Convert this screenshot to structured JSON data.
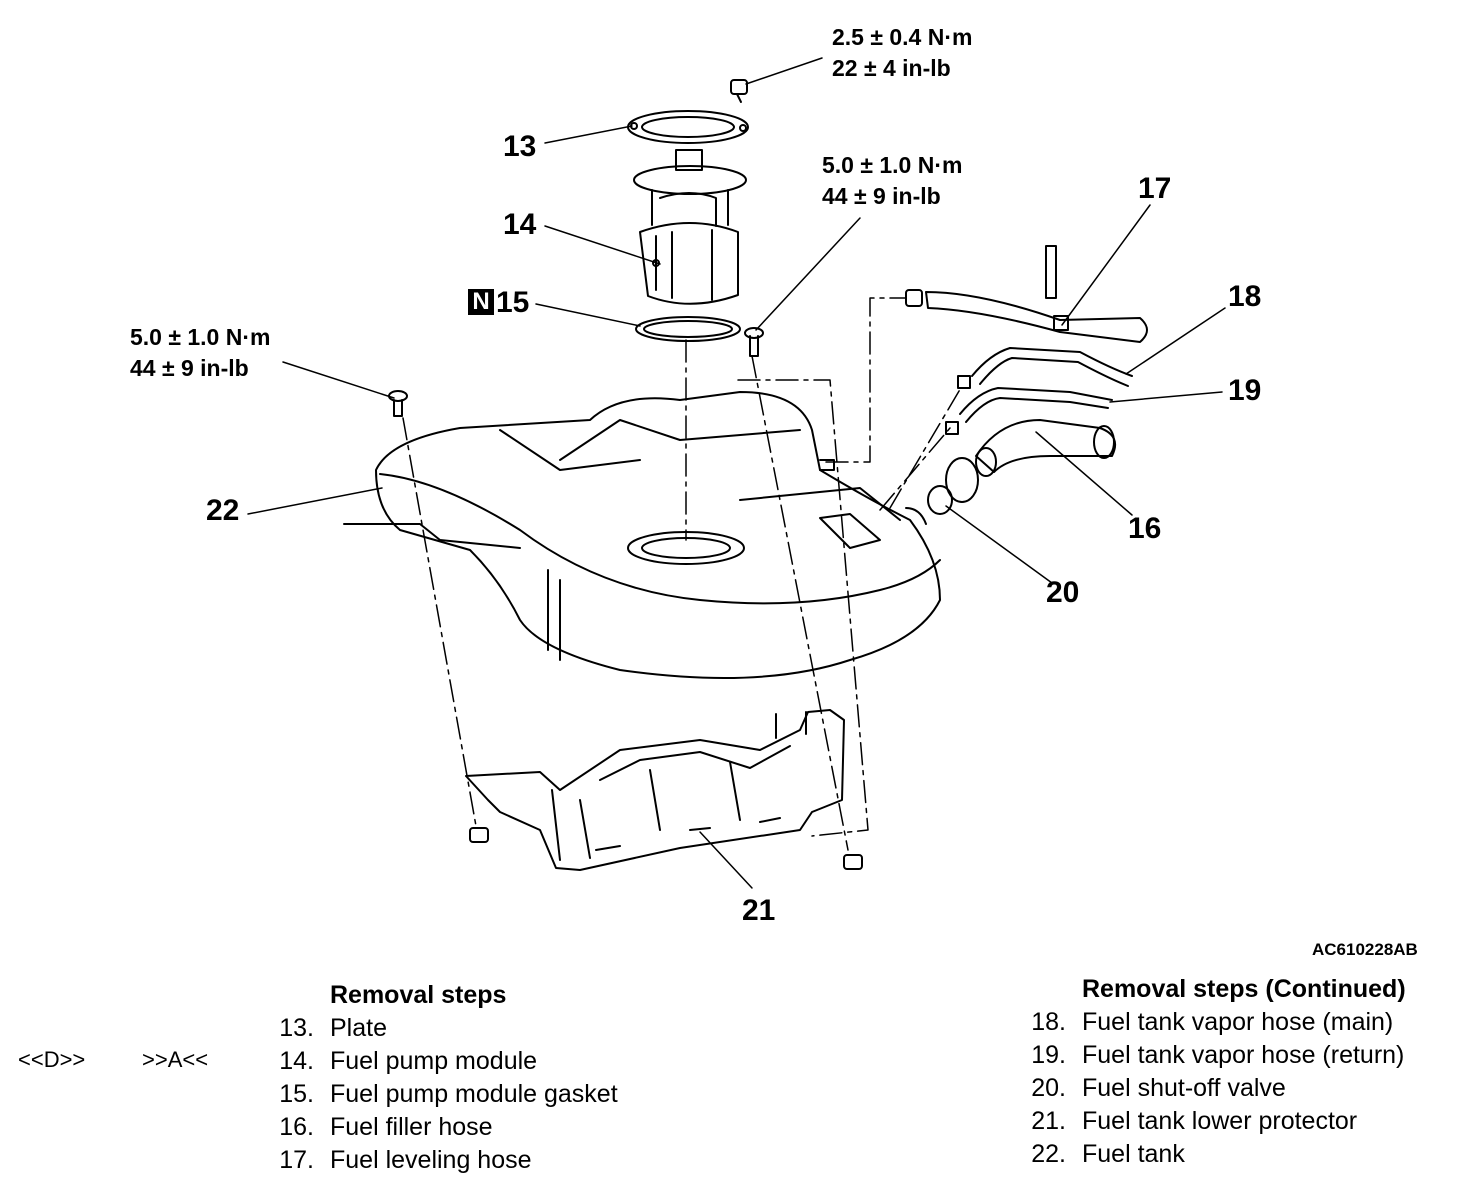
{
  "torque_specs": {
    "plate_screw": {
      "metric": "2.5 ± 0.4 N·m",
      "imperial": "22 ± 4 in-lb"
    },
    "module_bolt": {
      "metric": "5.0 ± 1.0 N·m",
      "imperial": "44 ± 9 in-lb"
    },
    "tank_bolt": {
      "metric": "5.0 ± 1.0 N·m",
      "imperial": "44 ± 9 in-lb"
    }
  },
  "callouts": {
    "c13": "13",
    "c14": "14",
    "c15": "15",
    "c16": "16",
    "c17": "17",
    "c18": "18",
    "c19": "19",
    "c20": "20",
    "c21": "21",
    "c22": "22",
    "n_badge": "N"
  },
  "figure_id": "AC610228AB",
  "removal_steps": {
    "title": "Removal steps",
    "items": [
      {
        "num": "13.",
        "label": "Plate"
      },
      {
        "num": "14.",
        "label": "Fuel pump module"
      },
      {
        "num": "15.",
        "label": "Fuel pump module gasket"
      },
      {
        "num": "16.",
        "label": "Fuel filler hose"
      },
      {
        "num": "17.",
        "label": "Fuel leveling hose"
      }
    ]
  },
  "removal_steps_continued": {
    "title": "Removal steps (Continued)",
    "items": [
      {
        "num": "18.",
        "label": "Fuel tank vapor hose (main)"
      },
      {
        "num": "19.",
        "label": "Fuel tank vapor hose (return)"
      },
      {
        "num": "20.",
        "label": "Fuel shut-off valve"
      },
      {
        "num": "21.",
        "label": "Fuel tank lower protector"
      },
      {
        "num": "22.",
        "label": "Fuel tank"
      }
    ]
  },
  "reference_marks": {
    "removal": "<<D>>",
    "installation": ">>A<<"
  }
}
